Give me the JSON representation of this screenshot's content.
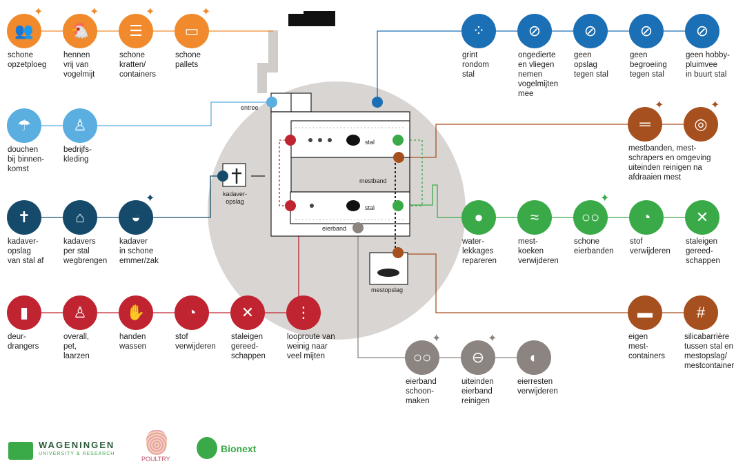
{
  "colors": {
    "orange": "#f08a2c",
    "blue": "#1a6fb5",
    "light_blue": "#5aaee0",
    "navy": "#154a6b",
    "red": "#bf2430",
    "green": "#3aaa48",
    "brown": "#a7501f",
    "grey": "#8c8480",
    "big_circle": "#d9d5d2"
  },
  "groups": {
    "orange": [
      {
        "label": "schone\nopzetploeg",
        "icon": "people-icon"
      },
      {
        "label": "hennen\nvrij van\nvogelmijt",
        "icon": "hen-icon"
      },
      {
        "label": "schone\nkratten/\ncontainers",
        "icon": "ladder-icon"
      },
      {
        "label": "schone\npallets",
        "icon": "pallet-icon"
      }
    ],
    "blue": [
      {
        "label": "grint\nrondom\nstal",
        "icon": "gravel-icon"
      },
      {
        "label": "ongedierte\nen vliegen\nnemen\nvogelmijten\nmee",
        "icon": "no-fly-icon"
      },
      {
        "label": "geen\nopslag\ntegen stal",
        "icon": "no-storage-icon"
      },
      {
        "label": "geen\nbegroeiing\ntegen stal",
        "icon": "no-tree-icon"
      },
      {
        "label": "geen hobby-\npluimvee\nin buurt stal",
        "icon": "no-rooster-icon"
      }
    ],
    "light_blue": [
      {
        "label": "douchen\nbij binnen-\nkomst",
        "icon": "shower-icon"
      },
      {
        "label": "bedrijfs-\nkleding",
        "icon": "coverall-icon"
      }
    ],
    "navy": [
      {
        "label": "kadaver-\nopslag\nvan stal af",
        "icon": "cross-icon"
      },
      {
        "label": "kadavers\nper stal\nwegbrengen",
        "icon": "tunnel-icon"
      },
      {
        "label": "kadaver\nin schone\nemmer/zak",
        "icon": "bucket-icon"
      }
    ],
    "red": [
      {
        "label": "deur-\ndrangers",
        "icon": "door-icon"
      },
      {
        "label": "overall,\npet,\nlaarzen",
        "icon": "overall-icon"
      },
      {
        "label": "handen\nwassen",
        "icon": "hand-icon"
      },
      {
        "label": "stof\nverwijderen",
        "icon": "vacuum-icon"
      },
      {
        "label": "staleigen\ngereed-\nschappen",
        "icon": "tools-icon"
      },
      {
        "label": "looproute van\nweinig naar\nveel mijten",
        "icon": "footsteps-icon"
      }
    ],
    "brown_top": [
      {
        "label": "mestbanden, mest-\nschrapers en omgeving\nuiteinden reinigen na\nafdraaien mest",
        "icon": "belt-icon"
      },
      {
        "label": "",
        "icon": "scraper-icon"
      }
    ],
    "green": [
      {
        "label": "water-\nlekkages\nrepareren",
        "icon": "drop-icon"
      },
      {
        "label": "mest-\nkoeken\nverwijderen",
        "icon": "manure-cake-icon"
      },
      {
        "label": "schone\neierbanden",
        "icon": "eggs-icon"
      },
      {
        "label": "stof\nverwijderen",
        "icon": "vacuum-icon"
      },
      {
        "label": "staleigen\ngereed-\nschappen",
        "icon": "tools-icon"
      }
    ],
    "brown_bottom": [
      {
        "label": "eigen\nmest-\ncontainers",
        "icon": "container-icon"
      },
      {
        "label": "silicabarrière\ntussen stal en\nmestopslag/\nmestcontainer",
        "icon": "fence-icon"
      }
    ],
    "grey": [
      {
        "label": "eierband\nschoon-\nmaken",
        "icon": "egg-belt-icon"
      },
      {
        "label": "uiteinden\neierband\nreinigen",
        "icon": "belt-end-icon"
      },
      {
        "label": "eierresten\nverwijderen",
        "icon": "broken-egg-icon"
      }
    ]
  },
  "diagram": {
    "entree": "entree",
    "stal_top": "stal",
    "stal_bottom": "stal",
    "mestband": "mestband",
    "eierband": "eierband",
    "kadaver_opslag": "kadaver-\nopslag",
    "mestopslag": "mestopslag"
  },
  "logos": {
    "wageningen": "WAGENINGEN",
    "wageningen_sub": "UNIVERSITY & RESEARCH",
    "poultry": "POULTRY",
    "bionext": "Bionext"
  }
}
